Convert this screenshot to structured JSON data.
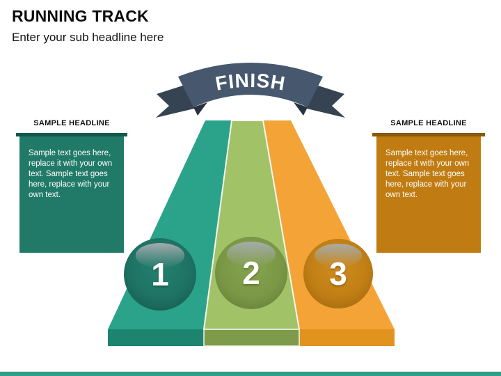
{
  "slide": {
    "title": "RUNNING TRACK",
    "subtitle": "Enter your sub headline here",
    "accent_bar_color": "#2f9e88"
  },
  "banner": {
    "label": "FINISH",
    "band_color": "#47586e",
    "tail_color": "#354353"
  },
  "panels": {
    "left": {
      "headline": "SAMPLE HEADLINE",
      "body": "Sample text goes here, replace it with your own text. Sample text goes here, replace with your own text.",
      "box_color": "#217a68",
      "lip_color": "#0f5a4c"
    },
    "right": {
      "headline": "SAMPLE HEADLINE",
      "body": "Sample text goes here, replace it with your own text. Sample text goes here, replace with your own text.",
      "box_color": "#c07c12",
      "lip_color": "#8a570b"
    }
  },
  "track": {
    "lanes": [
      {
        "number": "1",
        "lane_color": "#2aa38a",
        "edge_color": "#1d8470",
        "sphere_color": "#1e7266"
      },
      {
        "number": "2",
        "lane_color": "#a2c268",
        "edge_color": "#7d9b4a",
        "sphere_color": "#7a9745"
      },
      {
        "number": "3",
        "lane_color": "#f4a437",
        "edge_color": "#e2921f",
        "sphere_color": "#c07e14"
      }
    ]
  }
}
